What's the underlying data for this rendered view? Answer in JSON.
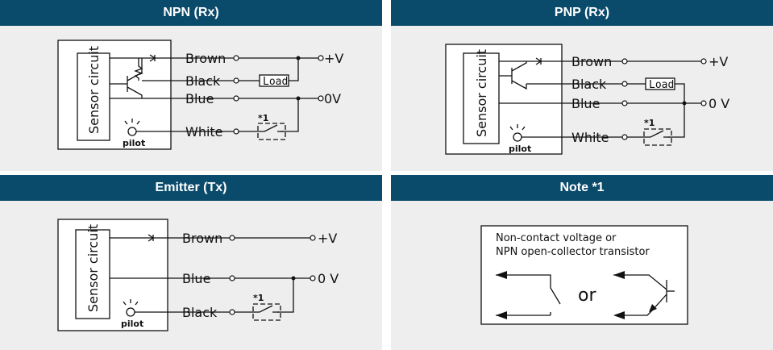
{
  "panels": {
    "npn": {
      "title": "NPN (Rx)",
      "sensor": "Sensor circuit",
      "pilot": "pilot",
      "wires": {
        "brown": "Brown",
        "black": "Black",
        "blue": "Blue",
        "white": "White"
      },
      "load": "Load",
      "v_plus": "+V",
      "v_zero": "0V",
      "note_mark": "*1"
    },
    "pnp": {
      "title": "PNP (Rx)",
      "sensor": "Sensor circuit",
      "pilot": "pilot",
      "wires": {
        "brown": "Brown",
        "black": "Black",
        "blue": "Blue",
        "white": "White"
      },
      "load": "Load",
      "v_plus": "+V",
      "v_zero": "0 V",
      "note_mark": "*1"
    },
    "emitter": {
      "title": "Emitter (Tx)",
      "sensor": "Sensor circuit",
      "pilot": "pilot",
      "wires": {
        "brown": "Brown",
        "blue": "Blue",
        "black": "Black"
      },
      "v_plus": "+V",
      "v_zero": "0 V",
      "note_mark": "*1"
    },
    "note": {
      "title": "Note *1",
      "line1": "Non-contact voltage or",
      "line2": "NPN open-collector transistor",
      "or": "or"
    }
  },
  "colors": {
    "header_bg": "#0a4b6b",
    "panel_bg": "#eeeeee",
    "line": "#111111"
  }
}
